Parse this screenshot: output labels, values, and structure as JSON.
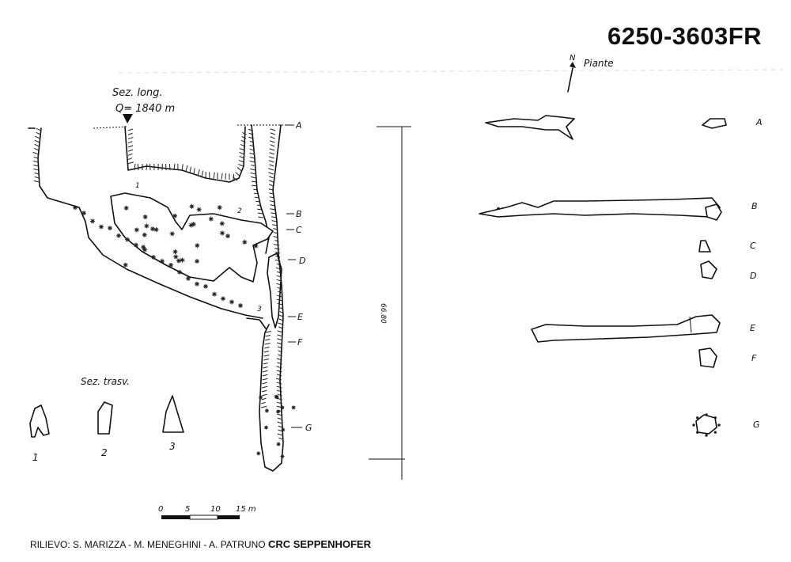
{
  "cave_code": "6250-3603FR",
  "plan": {
    "north_label": "N",
    "title": "Piante"
  },
  "long_section": {
    "title": "Sez. long.",
    "altitude": "Q= 1840 m",
    "section_letters": [
      "A",
      "B",
      "C",
      "D",
      "E",
      "F",
      "G"
    ],
    "chamber_numbers": [
      "1",
      "2",
      "3"
    ],
    "depth_label": "66.80"
  },
  "plan_letters": [
    "A",
    "B",
    "C",
    "D",
    "E",
    "F",
    "G"
  ],
  "cross_sections": {
    "title": "Sez. trasv.",
    "numbers": [
      "1",
      "2",
      "3"
    ]
  },
  "scale_bar": {
    "ticks": [
      "0",
      "5",
      "10",
      "15 m"
    ]
  },
  "credits": {
    "surveyors": "RILIEVO: S. MARIZZA - M. MENEGHINI - A. PATRUNO",
    "club": "CRC SEPPENHOFER"
  }
}
